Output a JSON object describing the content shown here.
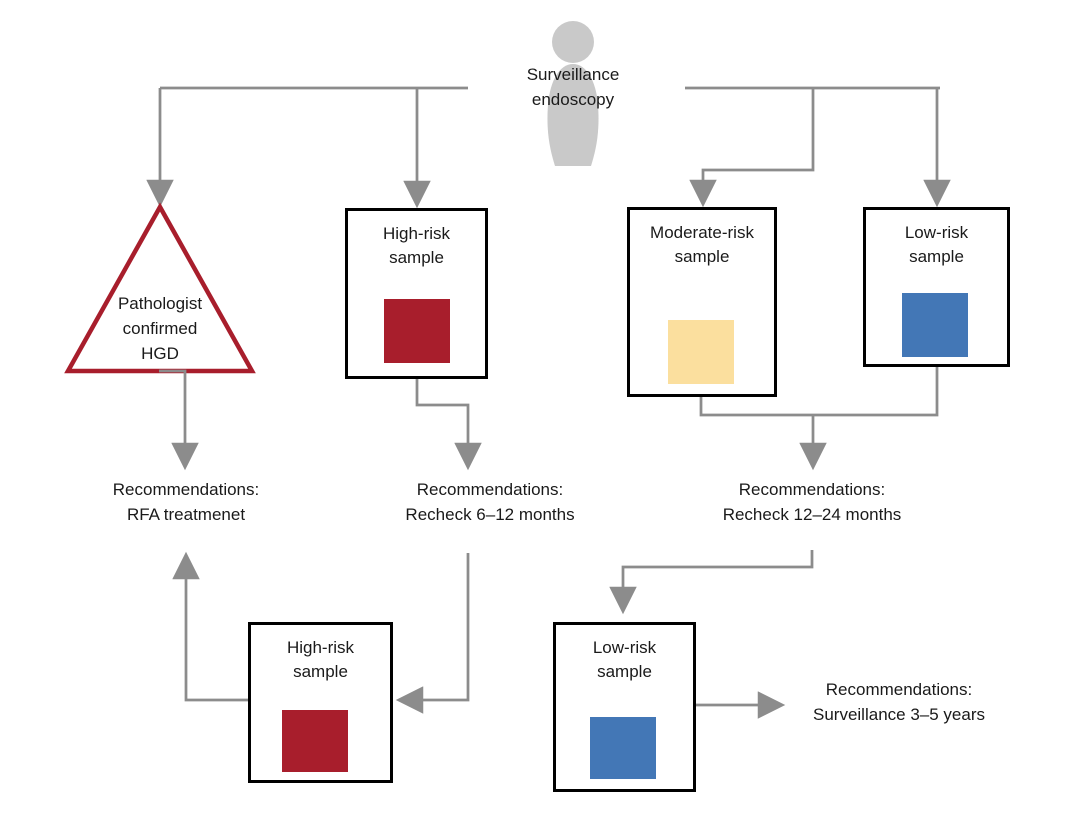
{
  "diagram": {
    "title_node": {
      "label": "Surveillance\nendoscopy"
    },
    "nodes": {
      "hgd_triangle": {
        "label": "Pathologist\nconfirmed\nHGD",
        "shape": "triangle"
      },
      "high_risk_top": {
        "label": "High-risk\nsample",
        "risk": "high"
      },
      "moderate_risk": {
        "label": "Moderate-risk\nsample",
        "risk": "moderate"
      },
      "low_risk_top": {
        "label": "Low-risk\nsample",
        "risk": "low"
      },
      "high_risk_bottom": {
        "label": "High-risk\nsample",
        "risk": "high"
      },
      "low_risk_bottom": {
        "label": "Low-risk\nsample",
        "risk": "low"
      }
    },
    "recommendations": {
      "rfa": {
        "label": "Recommendations:\nRFA treatmenet"
      },
      "recheck_6_12": {
        "label": "Recommendations:\nRecheck 6–12 months"
      },
      "recheck_12_24": {
        "label": "Recommendations:\nRecheck 12–24 months"
      },
      "surveillance_3_5": {
        "label": "Recommendations:\nSurveillance 3–5 years"
      }
    },
    "colors": {
      "high_risk": "#a81e2c",
      "moderate_risk": "#fbdf9e",
      "low_risk": "#4377b6",
      "triangle_stroke": "#a81e2c",
      "connector": "#8c8c8c",
      "person": "#c9c9c9",
      "box_border": "#000000",
      "text": "#1a1a1a"
    }
  }
}
